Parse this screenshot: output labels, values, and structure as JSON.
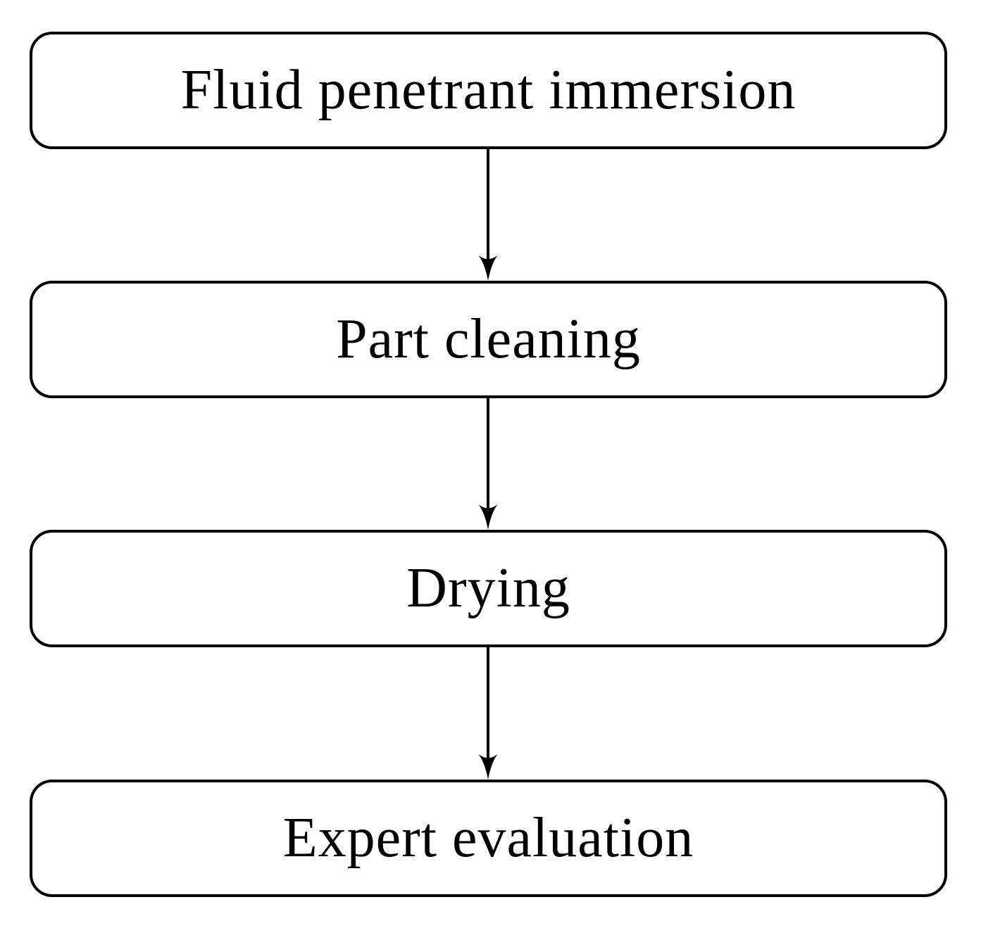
{
  "diagram": {
    "type": "flowchart",
    "direction": "top-down",
    "colors": {
      "background": "#ffffff",
      "node_fill": "#ffffff",
      "node_border": "#000000",
      "text": "#000000",
      "arrow": "#000000"
    },
    "nodes": [
      {
        "id": "fluid-penetrant-immersion",
        "label": "Fluid penetrant immersion"
      },
      {
        "id": "part-cleaning",
        "label": "Part cleaning"
      },
      {
        "id": "drying",
        "label": "Drying"
      },
      {
        "id": "expert-evaluation",
        "label": "Expert evaluation"
      }
    ],
    "edges": [
      {
        "from": "fluid-penetrant-immersion",
        "to": "part-cleaning",
        "style": "arrow-down"
      },
      {
        "from": "part-cleaning",
        "to": "drying",
        "style": "arrow-down"
      },
      {
        "from": "drying",
        "to": "expert-evaluation",
        "style": "arrow-down"
      }
    ]
  }
}
